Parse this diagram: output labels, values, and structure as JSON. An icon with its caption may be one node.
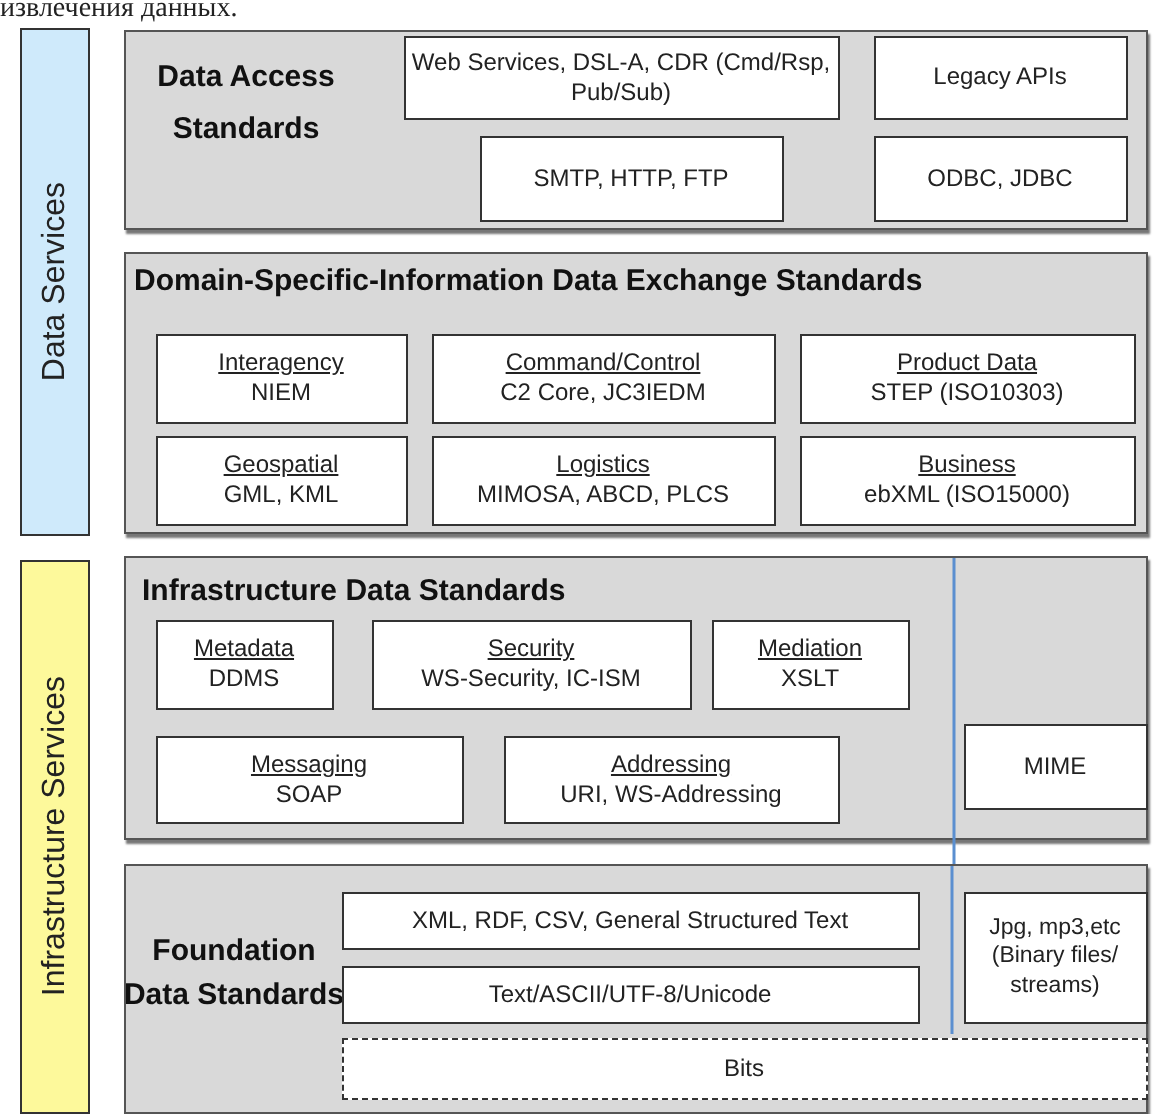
{
  "diagram": {
    "nodes": [
      {
        "text": [
          "Data Services"
        ]
      },
      {
        "text": [
          "Data Access Standards"
        ]
      },
      {
        "text": [
          "Web Services, DSL-A, CDR (Cmd/Rsp, Pub/Sub)"
        ],
        "in": 1
      },
      {
        "text": [
          "Legacy APIs"
        ],
        "in": 1
      },
      {
        "text": [
          "SMTP, HTTP, FTP"
        ],
        "in": 1
      },
      {
        "text": [
          "ODBC, JDBC"
        ],
        "in": 1
      },
      {
        "text": [
          "Domain-Specific-Information Data Exchange Standards"
        ]
      },
      {
        "text": [
          "Interagency",
          "NIEM"
        ],
        "in": 6
      },
      {
        "text": [
          "Command/Control",
          "C2 Core, JC3IEDM"
        ],
        "in": 6
      },
      {
        "text": [
          "Product Data",
          "STEP (ISO10303)"
        ],
        "in": 6
      },
      {
        "text": [
          "Geospatial",
          "GML, KML"
        ],
        "in": 6
      },
      {
        "text": [
          "Logistics",
          "MIMOSA, ABCD, PLCS"
        ],
        "in": 6
      },
      {
        "text": [
          "Business",
          "ebXML (ISO15000)"
        ],
        "in": 6
      },
      {
        "text": [
          "Infrastructure Services"
        ]
      },
      {
        "text": [
          "Infrastructure Data Standards"
        ]
      },
      {
        "text": [
          "Metadata",
          "DDMS"
        ],
        "in": 14
      },
      {
        "text": [
          "Security",
          "WS-Security, IC-ISM"
        ],
        "in": 14
      },
      {
        "text": [
          "Mediation",
          "XSLT"
        ],
        "in": 14
      },
      {
        "text": [
          "Messaging",
          "SOAP"
        ],
        "in": 14
      },
      {
        "text": [
          "Addressing",
          "URI, WS-Addressing"
        ],
        "in": 14
      },
      {
        "text": [
          "MIME"
        ],
        "in": 14
      },
      {
        "text": [
          "Foundation Data Standards"
        ]
      },
      {
        "text": [
          "XML, RDF, CSV,  General Structured Text"
        ],
        "in": 21
      },
      {
        "text": [
          "Text/ASCII/UTF-8/Unicode"
        ],
        "in": 21
      },
      {
        "text": [
          "Jpg, mp3,etc (Binary files/ streams)"
        ],
        "in": 21
      },
      {
        "text": [
          "Bits"
        ],
        "in": 21
      }
    ],
    "labels": [
      "извлечения данных."
    ]
  }
}
